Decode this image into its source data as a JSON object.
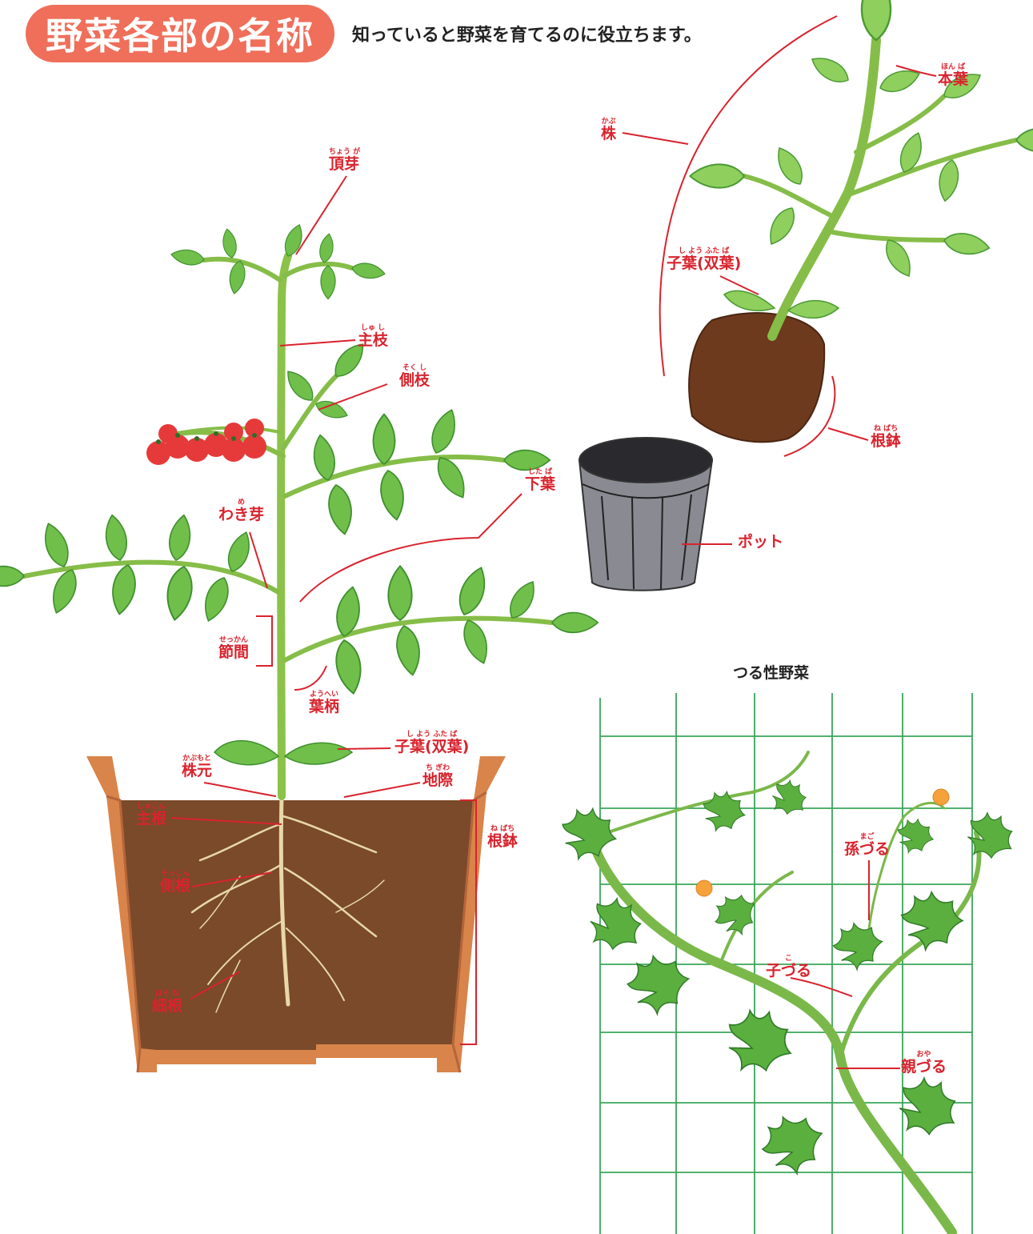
{
  "header": {
    "title": "野菜各部の名称",
    "subtitle": "知っていると野菜を育てるのに役立ちます。"
  },
  "colors": {
    "accent": "#ef6f5a",
    "label_red": "#d9232d",
    "leaf_green": "#6fbf4a",
    "leaf_dark": "#3f8f2e",
    "soil": "#7a4a2a",
    "pot_orange": "#d9844a",
    "trellis_green": "#3aa65a",
    "tomato_red": "#e63a3a",
    "flower_orange": "#f5a23a"
  },
  "tomato_plant": {
    "labels": [
      {
        "ruby": "ちょう が",
        "text": "頂芽"
      },
      {
        "ruby": "しゅ し",
        "text": "主枝"
      },
      {
        "ruby": "そく し",
        "text": "側枝"
      },
      {
        "ruby": "した ば",
        "text": "下葉"
      },
      {
        "ruby": "め",
        "text": "わき芽"
      },
      {
        "ruby": "せっかん",
        "text": "節間"
      },
      {
        "ruby": "ようへい",
        "text": "葉柄"
      },
      {
        "ruby": "し よう ふた ば",
        "text": "子葉(双葉)"
      },
      {
        "ruby": "かぶもと",
        "text": "株元"
      },
      {
        "ruby": "ち ぎわ",
        "text": "地際"
      },
      {
        "ruby": "しゅこん",
        "text": "主根"
      },
      {
        "ruby": "ね ばち",
        "text": "根鉢"
      },
      {
        "ruby": "そっこん",
        "text": "側根"
      },
      {
        "ruby": "ほそ ね",
        "text": "細根"
      }
    ]
  },
  "seedling": {
    "labels": [
      {
        "ruby": "ほん ば",
        "text": "本葉"
      },
      {
        "ruby": "かぶ",
        "text": "株"
      },
      {
        "ruby": "し よう ふた ば",
        "text": "子葉(双葉)"
      },
      {
        "ruby": "ね ばち",
        "text": "根鉢"
      },
      {
        "ruby": "",
        "text": "ポット"
      }
    ]
  },
  "vine": {
    "title": "つる性野菜",
    "labels": [
      {
        "ruby": "まご",
        "text": "孫づる"
      },
      {
        "ruby": "こ",
        "text": "子づる"
      },
      {
        "ruby": "おや",
        "text": "親づる"
      }
    ]
  }
}
